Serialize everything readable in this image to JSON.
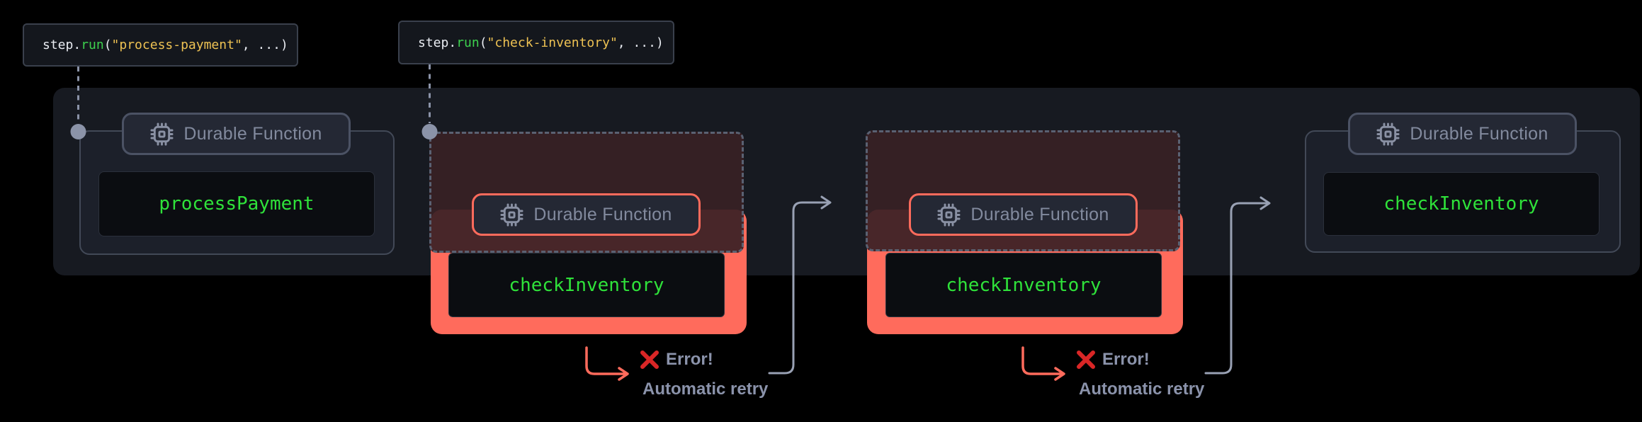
{
  "snippets": [
    {
      "object": "step.",
      "method": "run",
      "args_open": "(",
      "step_id": "\"process-payment\"",
      "args_rest": ", ...)"
    },
    {
      "object": "step.",
      "method": "run",
      "args_open": "(",
      "step_id": "\"check-inventory\"",
      "args_rest": ", ...)"
    }
  ],
  "groups": [
    {
      "badge": "Durable Function",
      "function_name": "processPayment",
      "status": "success"
    },
    {
      "badge": "Durable Function",
      "function_name": "checkInventory",
      "status": "failed"
    },
    {
      "badge": "Durable Function",
      "function_name": "checkInventory",
      "status": "failed"
    },
    {
      "badge": "Durable Function",
      "function_name": "checkInventory",
      "status": "success"
    }
  ],
  "annotations": [
    {
      "error": "Error!",
      "retry": "Automatic retry"
    },
    {
      "error": "Error!",
      "retry": "Automatic retry"
    }
  ],
  "icons": {
    "chip": "cpu-chip-icon",
    "error_mark": "error-x-icon",
    "node": "flow-node-circle"
  },
  "colors": {
    "background": "#000000",
    "container": "#171a21",
    "accent_salmon": "#ff6b5c",
    "error_red": "#d92626",
    "function_green": "#2fe23a",
    "method_green": "#3dd14e",
    "string_yellow": "#eec253",
    "muted_gray": "#8b93a8"
  }
}
